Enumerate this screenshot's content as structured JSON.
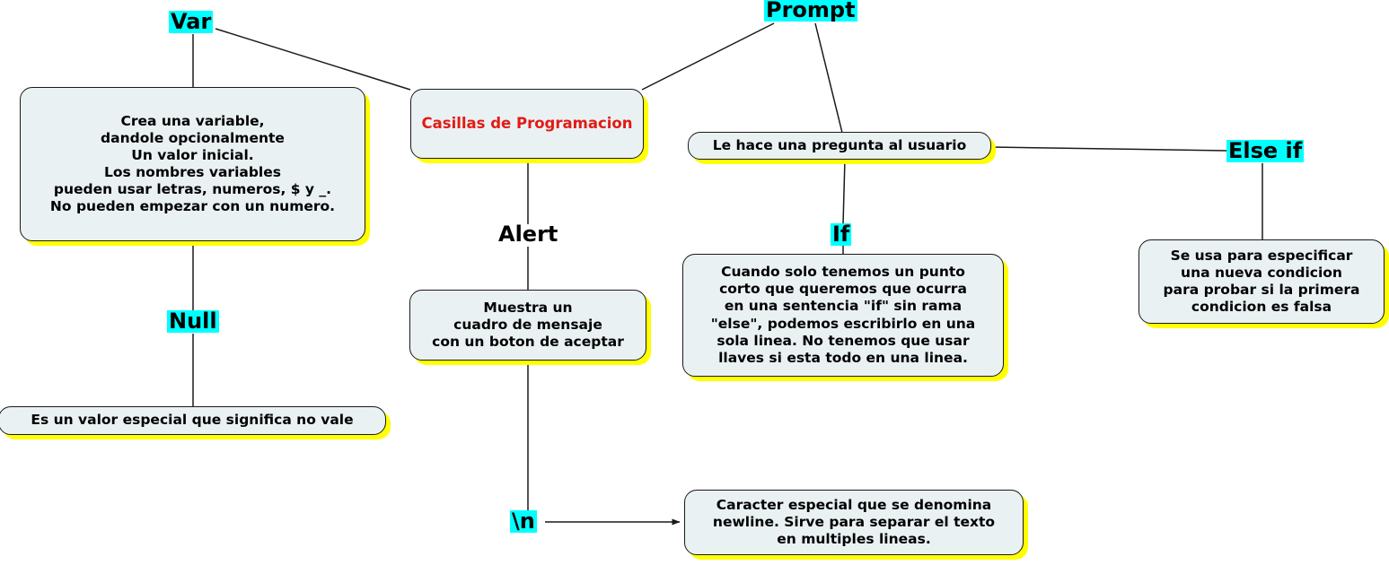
{
  "title": "Casillas de Programacion",
  "colors": {
    "highlight": "#00ffff",
    "shadow": "#ffff00",
    "box_fill": "#eaf1f3",
    "box_border": "#1a1a1a",
    "accent_red": "#e21b15",
    "line": "#1a1a1a",
    "background": "#ffffff"
  },
  "concepts": {
    "var": "Var",
    "prompt": "Prompt",
    "alert": "Alert",
    "null": "Null",
    "if": "If",
    "else_if": "Else if",
    "newline": "\\n"
  },
  "boxes": {
    "root": "Casillas de Programacion",
    "var_desc": "Crea una variable,\ndandole opcionalmente\nUn valor inicial.\nLos nombres variables\npueden usar letras, numeros, $ y _.\nNo pueden empezar con un numero.",
    "null_desc": "Es un valor especial que significa no vale",
    "alert_desc": "Muestra un\ncuadro de mensaje\ncon un boton de aceptar",
    "prompt_desc": "Le hace una pregunta al usuario",
    "if_desc": "Cuando solo tenemos un punto\ncorto que queremos que ocurra\nen una sentencia \"if\" sin rama\n\"else\", podemos escribirlo en una\nsola linea. No tenemos que usar\nllaves si esta todo en una linea.",
    "else_if_desc": "Se usa para especificar\nuna nueva condicion\npara probar si la primera\ncondicion es falsa",
    "newline_desc": "Caracter especial que se denomina\nnewline. Sirve para separar el texto\nen multiples lineas."
  },
  "edges": [
    {
      "from": "var",
      "to": "var_desc",
      "kind": "line"
    },
    {
      "from": "var",
      "to": "root",
      "kind": "line"
    },
    {
      "from": "prompt",
      "to": "root",
      "kind": "line"
    },
    {
      "from": "prompt",
      "to": "prompt_desc",
      "kind": "line"
    },
    {
      "from": "var_desc",
      "to": "null",
      "kind": "line"
    },
    {
      "from": "null",
      "to": "null_desc",
      "kind": "line"
    },
    {
      "from": "root",
      "to": "alert",
      "kind": "line"
    },
    {
      "from": "alert",
      "to": "alert_desc",
      "kind": "line"
    },
    {
      "from": "alert_desc",
      "to": "newline",
      "kind": "line"
    },
    {
      "from": "newline",
      "to": "newline_desc",
      "kind": "arrow"
    },
    {
      "from": "prompt_desc",
      "to": "if",
      "kind": "line"
    },
    {
      "from": "if",
      "to": "if_desc",
      "kind": "line"
    },
    {
      "from": "prompt_desc",
      "to": "else_if",
      "kind": "line"
    },
    {
      "from": "else_if",
      "to": "else_if_desc",
      "kind": "line"
    }
  ]
}
